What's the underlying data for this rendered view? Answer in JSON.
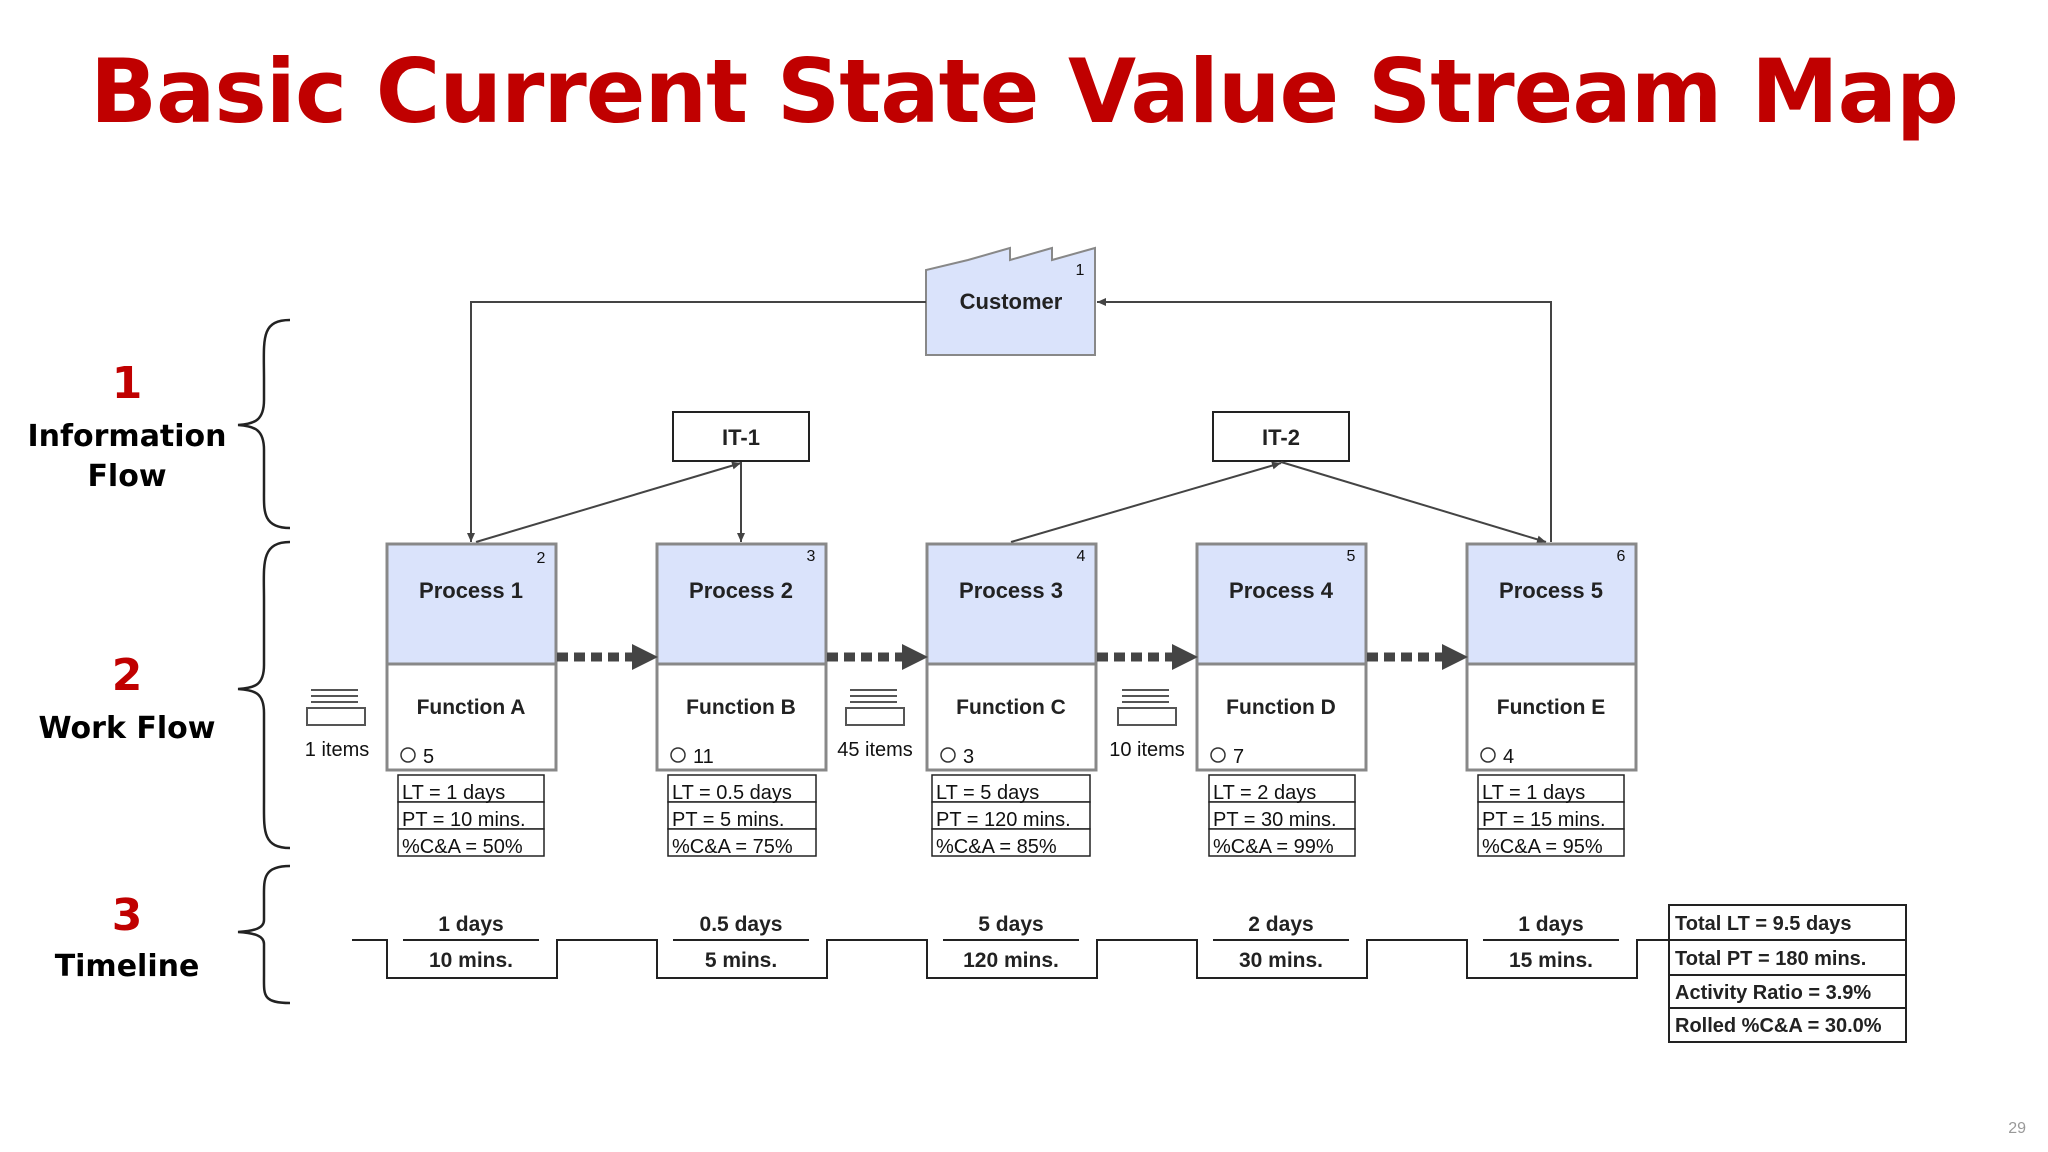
{
  "title": "Basic Current State Value Stream Map",
  "page_number": "29",
  "sections": [
    {
      "number": "1",
      "label_lines": [
        "Information",
        "Flow"
      ]
    },
    {
      "number": "2",
      "label_lines": [
        "Work Flow"
      ]
    },
    {
      "number": "3",
      "label_lines": [
        "Timeline"
      ]
    }
  ],
  "customer": {
    "label": "Customer",
    "index": "1"
  },
  "it_systems": [
    {
      "label": "IT-1"
    },
    {
      "label": "IT-2"
    }
  ],
  "processes": [
    {
      "name": "Process 1",
      "index": "2",
      "function": "Function A",
      "operators": "5",
      "lt": "LT = 1 days",
      "pt": "PT = 10 mins.",
      "ca": "%C&A = 50%"
    },
    {
      "name": "Process 2",
      "index": "3",
      "function": "Function B",
      "operators": "11",
      "lt": "LT = 0.5 days",
      "pt": "PT = 5 mins.",
      "ca": "%C&A = 75%"
    },
    {
      "name": "Process 3",
      "index": "4",
      "function": "Function C",
      "operators": "3",
      "lt": "LT = 5 days",
      "pt": "PT = 120 mins.",
      "ca": "%C&A = 85%"
    },
    {
      "name": "Process 4",
      "index": "5",
      "function": "Function D",
      "operators": "7",
      "lt": "LT = 2 days",
      "pt": "PT = 30 mins.",
      "ca": "%C&A = 99%"
    },
    {
      "name": "Process 5",
      "index": "6",
      "function": "Function E",
      "operators": "4",
      "lt": "LT = 1 days",
      "pt": "PT = 15 mins.",
      "ca": "%C&A = 95%"
    }
  ],
  "inventory": [
    "1 items",
    "45 items",
    "10 items"
  ],
  "timeline": [
    {
      "lead": "1 days",
      "process": "10 mins."
    },
    {
      "lead": "0.5 days",
      "process": "5 mins."
    },
    {
      "lead": "5 days",
      "process": "120 mins."
    },
    {
      "lead": "2 days",
      "process": "30 mins."
    },
    {
      "lead": "1 days",
      "process": "15 mins."
    }
  ],
  "summary": [
    "Total LT = 9.5 days",
    "Total PT = 180 mins.",
    "Activity Ratio = 3.9%",
    "Rolled %C&A = 30.0%"
  ],
  "colors": {
    "title": "#c00000",
    "process_fill": "#dae3fb",
    "process_border": "#888888",
    "arrow": "#444444"
  }
}
